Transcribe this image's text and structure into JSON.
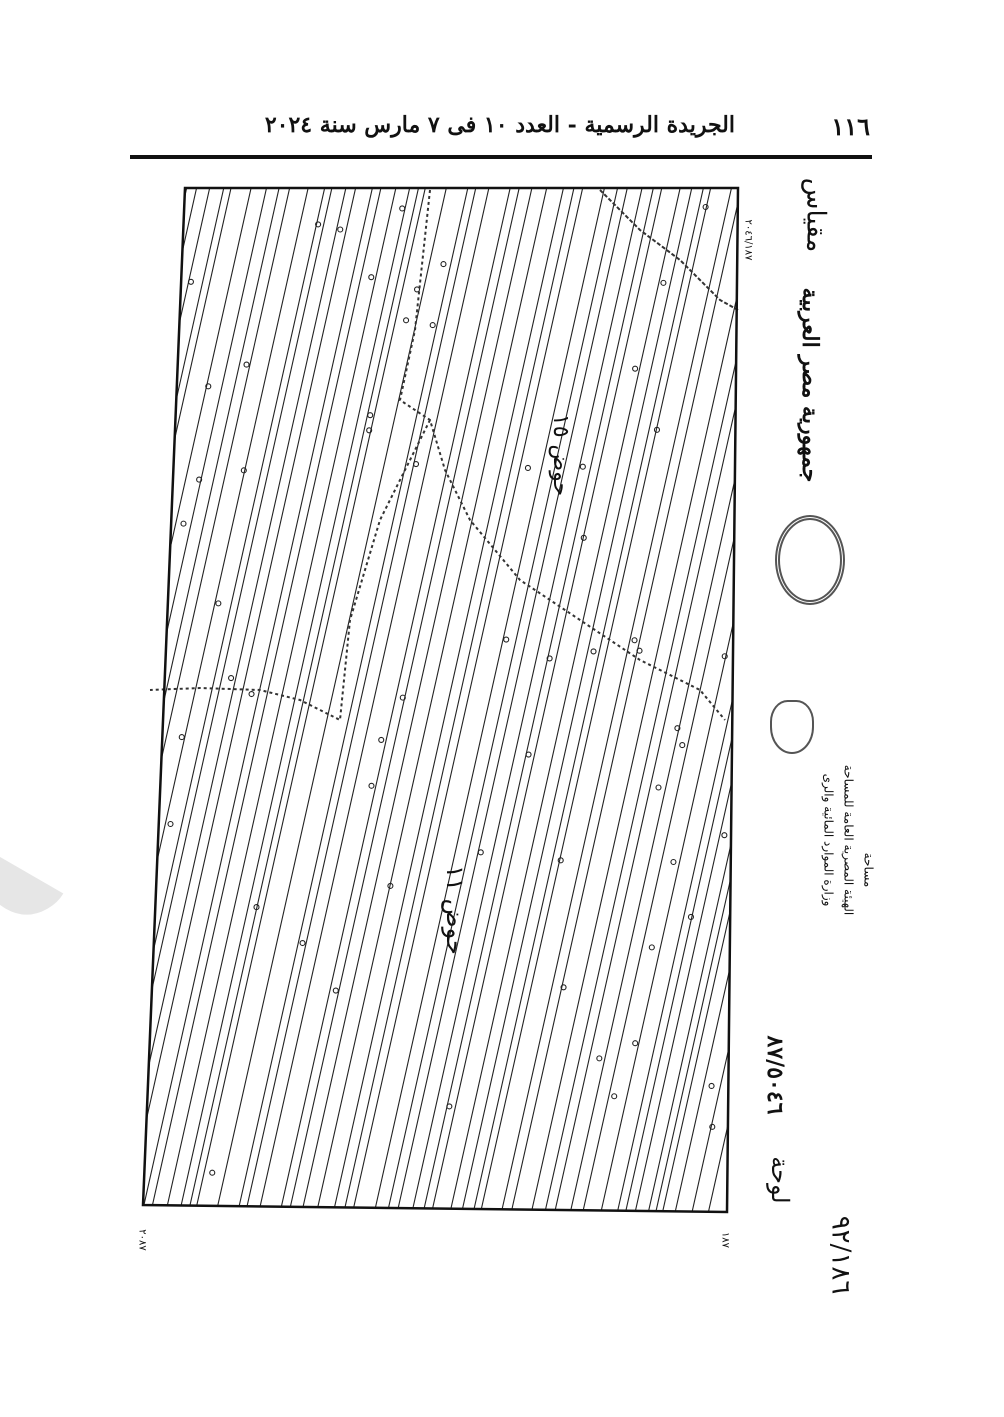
{
  "header": {
    "page_number": "١١٦",
    "title": "الجريدة الرسمية - العدد ١٠ فى ٧ مارس سنة ٢٠٢٤"
  },
  "map": {
    "scale_label": "مقياس",
    "country": "جمهورية مصر العربية",
    "ministry": "وزارة الموارد المائية والرى",
    "authority": "الهيئة المصرية العامة للمساحة",
    "department": "مساحة",
    "basin_upper": "حوض ١٥",
    "basin_lower": "حوض ١١",
    "sheet_label": "لوحة",
    "sheet_number": "٨٧/٥٠٤٦",
    "sheet_index": "٩٢/١٨٦",
    "coord_top_right": "٢٠٤٦/١٨٧",
    "coord_bottom_left": "٢٠٨٧",
    "coord_bottom_right": "١٨٧"
  }
}
